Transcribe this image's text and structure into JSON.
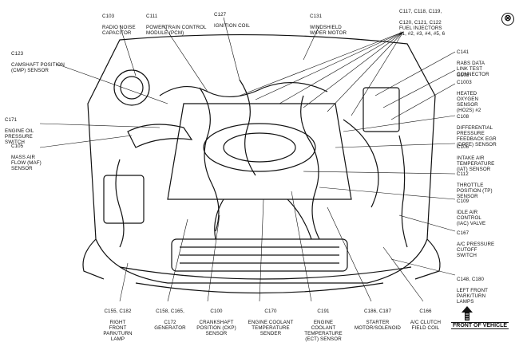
{
  "close_symbol": "⊗",
  "front_of_vehicle": "FRONT OF VEHICLE",
  "top_labels": [
    {
      "id": "c103",
      "code": "C103",
      "text": "RADIO NOISE\nCAPACITOR"
    },
    {
      "id": "c111",
      "code": "C111",
      "text": "POWERTRAIN CONTROL\nMODULE (PCM)"
    },
    {
      "id": "c127",
      "code": "C127",
      "text": "IGNITION COIL"
    },
    {
      "id": "c131",
      "code": "C131",
      "text": "WINDSHIELD\nWIPER MOTOR"
    },
    {
      "id": "c117",
      "code": "C117, C118, C119,",
      "text": "C120, C121, C122\nFUEL INJECTORS\n#1, #2, #3, #4, #5, 6"
    }
  ],
  "left_labels": [
    {
      "id": "c123",
      "code": "C123",
      "text": "CAMSHAFT POSITION\n(CMP) SENSOR"
    },
    {
      "id": "c171",
      "code": "C171",
      "text": "ENGINE OIL\nPRESSURE\nSWITCH"
    },
    {
      "id": "c105",
      "code": "C105",
      "text": "MASS AIR\nFLOW (MAF)\nSENSOR"
    }
  ],
  "right_labels": [
    {
      "id": "c141",
      "code": "C141",
      "text": "RABS DATA\nLINK TEST\nCONNECTOR"
    },
    {
      "id": "g103",
      "code": "G103",
      "text": ""
    },
    {
      "id": "c1003",
      "code": "C1003",
      "text": "HEATED\nOXYGEN\nSENSOR\n(HO2S) #2"
    },
    {
      "id": "c108",
      "code": "C108",
      "text": "DIFFERENTIAL\nPRESSURE\nFEEDBACK EGR\n(DPFE) SENSOR"
    },
    {
      "id": "c106",
      "code": "C106",
      "text": "INTAKE AIR\nTEMPERATURE\n(IAT) SENSOR"
    },
    {
      "id": "c112",
      "code": "C112",
      "text": "THROTTLE\nPOSITION (TP)\nSENSOR"
    },
    {
      "id": "c109",
      "code": "C109",
      "text": "IDLE AIR\nCONTROL\n(IAC) VALVE"
    },
    {
      "id": "c167",
      "code": "C167",
      "text": "A/C PRESSURE\nCUTOFF\nSWITCH"
    },
    {
      "id": "c148",
      "code": "C148, C180",
      "text": "LEFT FRONT\nPARK/TURN\nLAMPS"
    }
  ],
  "bottom_labels": [
    {
      "id": "c155",
      "code": "C155, C182",
      "text": "RIGHT\nFRONT\nPARK/TURN\nLAMP"
    },
    {
      "id": "c158",
      "code": "C158, C165,",
      "text": "C172\nGENERATOR"
    },
    {
      "id": "c100",
      "code": "C100",
      "text": "CRANKSHAFT\nPOSITION (CKP)\nSENSOR"
    },
    {
      "id": "c170",
      "code": "C170",
      "text": "ENGINE COOLANT\nTEMPERATURE\nSENDER"
    },
    {
      "id": "c191",
      "code": "C191",
      "text": "ENGINE\nCOOLANT\nTEMPERATURE\n(ECT) SENSOR"
    },
    {
      "id": "c186",
      "code": "C186, C187",
      "text": "STARTER\nMOTOR/SOLENOID"
    },
    {
      "id": "c166",
      "code": "C166",
      "text": "A/C CLUTCH\nFIELD COIL"
    }
  ]
}
